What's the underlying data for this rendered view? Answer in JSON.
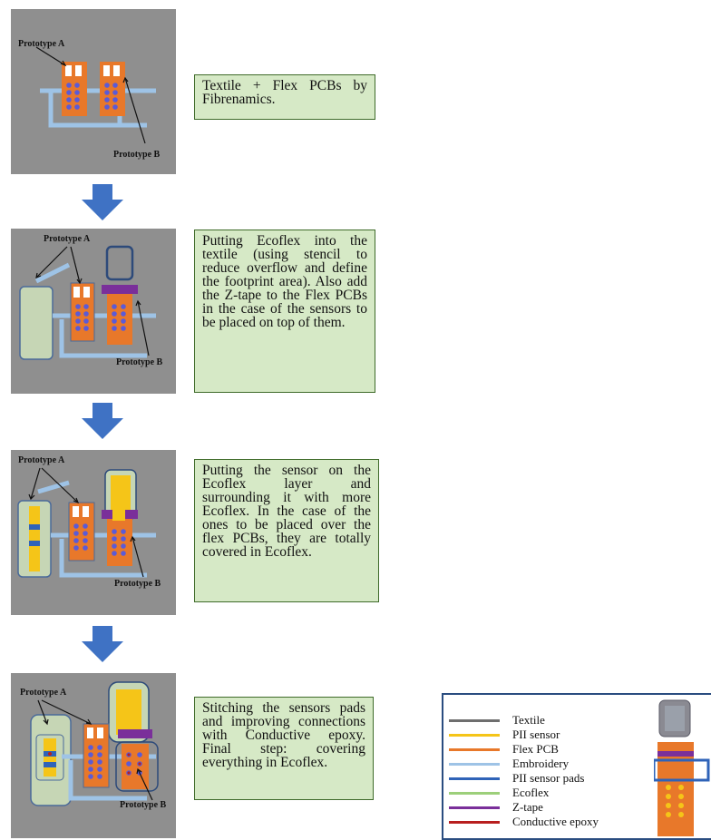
{
  "steps": [
    {
      "labels": [
        "Prototype A",
        "Prototype B"
      ],
      "text": "Textile + Flex PCBs by Fibrenamics."
    },
    {
      "labels": [
        "Prototype A",
        "Prototype B"
      ],
      "text": "Putting Ecoflex into the textile (using stencil to reduce overflow and define the footprint area). Also add the Z-tape to the Flex PCBs in the case of the sensors to be placed on top of them."
    },
    {
      "labels": [
        "Prototype A",
        "Prototype B"
      ],
      "text": "Putting the sensor on the Ecoflex layer and surrounding it with more Ecoflex. In the case of the ones to be placed over the flex PCBs, they are totally covered in Ecoflex."
    },
    {
      "labels": [
        "Prototype A",
        "Prototype B"
      ],
      "text": "Stitching the sensors pads and improving connections with Conductive epoxy. Final step: covering everything in Ecoflex."
    }
  ],
  "legend": [
    {
      "label": "Textile",
      "color": "#6e6e6e"
    },
    {
      "label": "PII sensor",
      "color": "#f5c518"
    },
    {
      "label": "Flex PCB",
      "color": "#e8782a"
    },
    {
      "label": "Embroidery",
      "color": "#9ec3e6"
    },
    {
      "label": "PII sensor pads",
      "color": "#2f63b8"
    },
    {
      "label": "Ecoflex",
      "color": "#9ccf7a"
    },
    {
      "label": "Z-tape",
      "color": "#7a2f9a"
    },
    {
      "label": "Conductive epoxy",
      "color": "#b81e1e"
    }
  ],
  "colors": {
    "panel_bg": "#8f8f8f",
    "arrow": "#3f72c4",
    "textbox_bg": "#d6e9c6"
  }
}
